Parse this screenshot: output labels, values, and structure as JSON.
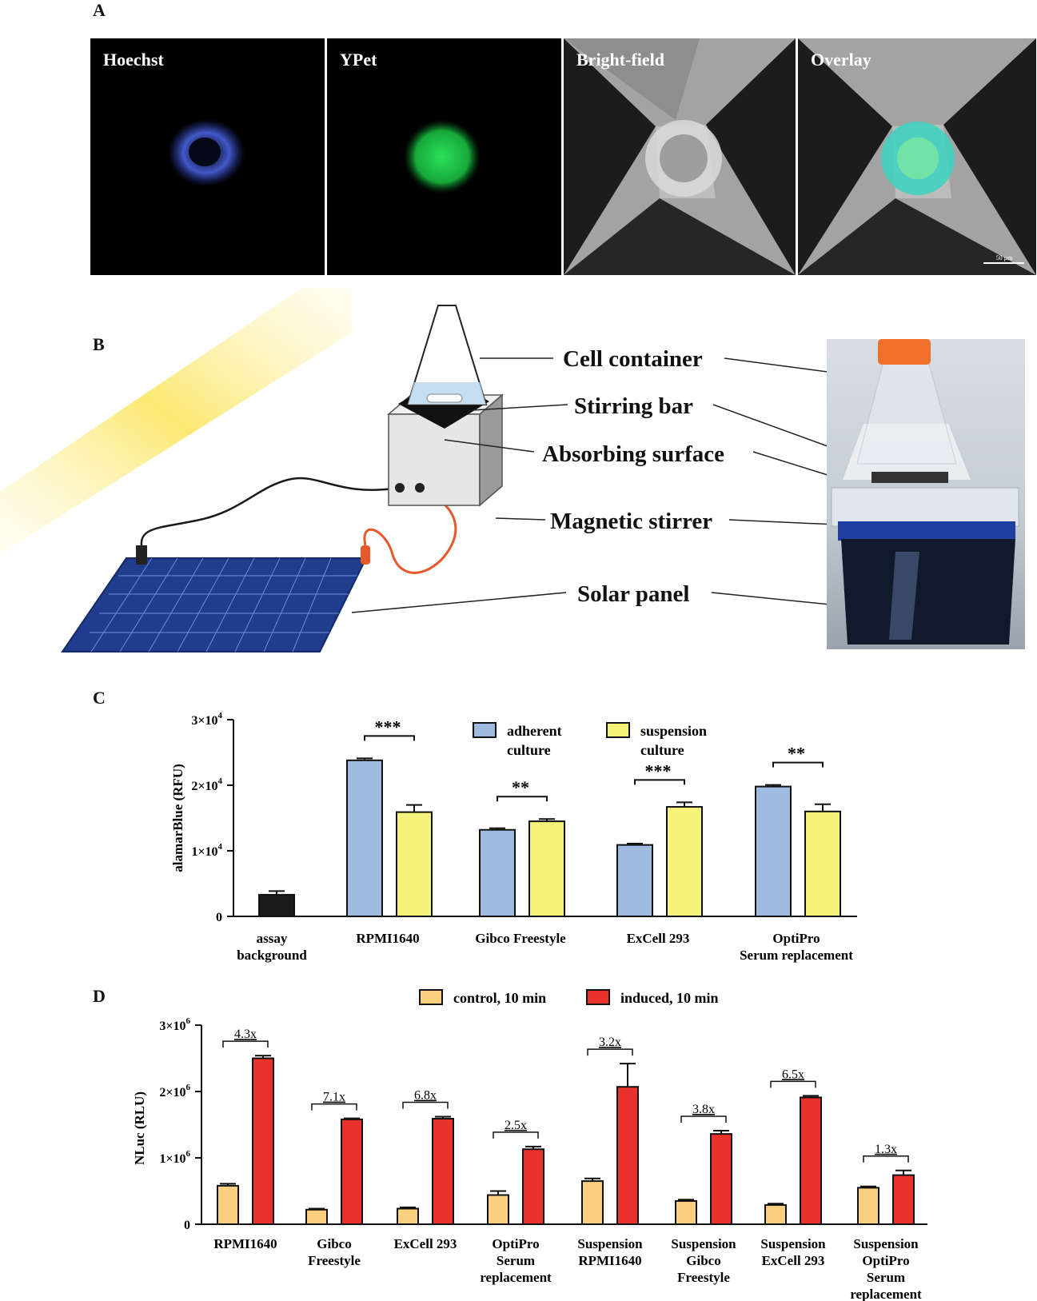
{
  "panels": {
    "a": "A",
    "b": "B",
    "c": "C",
    "d": "D"
  },
  "microscopy": {
    "labels": [
      "Hoechst",
      "YPet",
      "Bright-field",
      "Overlay"
    ],
    "scalebar": "50 µm",
    "colors": {
      "hoechst": "#3f57d8",
      "ypet": "#1fbf43"
    }
  },
  "setup": {
    "labels": [
      "Cell container",
      "Stirring bar",
      "Absorbing surface",
      "Magnetic stirrer",
      "Solar panel"
    ]
  },
  "chart_data": [
    {
      "type": "bar",
      "panel": "C",
      "ylabel": "alamarBlue (RFU)",
      "ylim": [
        0,
        30000
      ],
      "yticks": [
        {
          "base": "0",
          "exp": ""
        },
        {
          "base": "1×10",
          "exp": "4"
        },
        {
          "base": "2×10",
          "exp": "4"
        },
        {
          "base": "3×10",
          "exp": "4"
        }
      ],
      "categories": [
        [
          "assay",
          "background"
        ],
        [
          "RPMI1640"
        ],
        [
          "Gibco Freestyle"
        ],
        [
          "ExCell 293"
        ],
        [
          "OptiPro",
          "Serum replacement"
        ]
      ],
      "background": {
        "value": 3300,
        "err": 550,
        "color": "#1a1a1a"
      },
      "series": [
        {
          "name": [
            "adherent",
            "culture"
          ],
          "color": "#9fbce0",
          "values": [
            23800,
            13200,
            10900,
            19800
          ],
          "errors": [
            300,
            250,
            200,
            250
          ]
        },
        {
          "name": [
            "suspension",
            "culture"
          ],
          "color": "#f5f37a",
          "values": [
            15900,
            14500,
            16700,
            16000
          ],
          "errors": [
            1100,
            350,
            700,
            1100
          ]
        }
      ],
      "significance": [
        "***",
        "**",
        "***",
        "**"
      ]
    },
    {
      "type": "bar",
      "panel": "D",
      "ylabel": "NLuc (RLU)",
      "ylim": [
        0,
        3000000
      ],
      "yticks": [
        {
          "base": "0",
          "exp": ""
        },
        {
          "base": "1×10",
          "exp": "6"
        },
        {
          "base": "2×10",
          "exp": "6"
        },
        {
          "base": "3×10",
          "exp": "6"
        }
      ],
      "categories": [
        [
          "RPMI1640"
        ],
        [
          "Gibco",
          "Freestyle"
        ],
        [
          "ExCell 293"
        ],
        [
          "OptiPro",
          "Serum",
          "replacement"
        ],
        [
          "Suspension",
          "RPMI1640"
        ],
        [
          "Suspension",
          "Gibco",
          "Freestyle"
        ],
        [
          "Suspension",
          "ExCell 293"
        ],
        [
          "Suspension",
          "OptiPro",
          "Serum",
          "replacement"
        ]
      ],
      "series": [
        {
          "name": "control, 10 min",
          "color": "#fad07e",
          "values": [
            580000,
            220000,
            235000,
            440000,
            650000,
            350000,
            290000,
            550000
          ],
          "errors": [
            30000,
            15000,
            20000,
            60000,
            40000,
            20000,
            20000,
            20000
          ]
        },
        {
          "name": "induced, 10 min",
          "color": "#e8322b",
          "values": [
            2500000,
            1580000,
            1590000,
            1130000,
            2070000,
            1360000,
            1910000,
            740000
          ],
          "errors": [
            40000,
            15000,
            30000,
            40000,
            350000,
            50000,
            25000,
            70000
          ]
        }
      ],
      "fold_changes": [
        "4.3x",
        "7.1x",
        "6.8x",
        "2.5x",
        "3.2x",
        "3.8x",
        "6.5x",
        "1.3x"
      ]
    }
  ]
}
